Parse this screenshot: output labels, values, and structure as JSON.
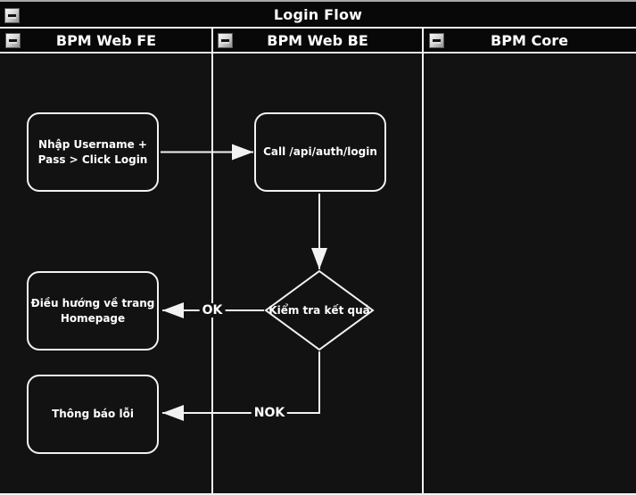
{
  "pool": {
    "title": "Login Flow"
  },
  "lanes": [
    {
      "label": "BPM Web FE"
    },
    {
      "label": "BPM Web BE"
    },
    {
      "label": "BPM Core"
    }
  ],
  "nodes": {
    "enter_credentials": {
      "label": "Nhập Username + Pass > Click Login"
    },
    "call_login_api": {
      "label": "Call /api/auth/login"
    },
    "check_result": {
      "label": "Kiểm tra kết quả"
    },
    "redirect_homepage": {
      "label": "Điều hướng về trang Homepage"
    },
    "show_error": {
      "label": "Thông báo lỗi"
    }
  },
  "edge_labels": {
    "ok": "OK",
    "nok": "NOK"
  },
  "icons": {
    "collapse": "minus-icon"
  },
  "colors": {
    "canvas_bg": "#121212",
    "header_bg": "#080808",
    "stroke": "#f2f2f2",
    "text": "#ffffff",
    "outer_top_border": "#a8a8a8"
  }
}
